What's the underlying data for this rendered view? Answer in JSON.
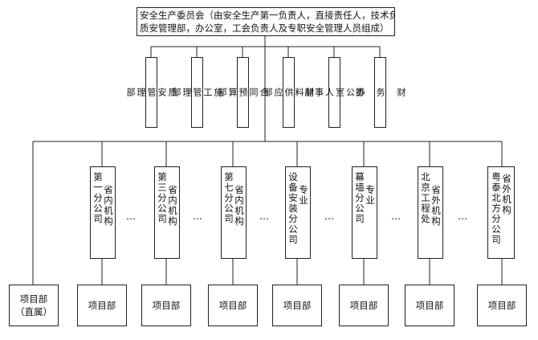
{
  "committee": {
    "line1": "安全生产委员会（由安全生产第一负责人，直接责任人，技术负责人，",
    "line2": "质安管理部，办公室，工会负责人及专职安全管理人员组成）"
  },
  "departments": [
    {
      "label": "质\n安\n管\n理\n部"
    },
    {
      "label": "施\n工\n管\n理\n部"
    },
    {
      "label": "合\n同\n预\n算\n部"
    },
    {
      "label": "材\n料\n供\n应\n部"
    },
    {
      "label": "办\n公\n室\n人\n事\n部"
    },
    {
      "label": "财\n\n务\n\n部"
    }
  ],
  "branches": [
    {
      "col1": "第一分公司",
      "col2": "省内机构"
    },
    {
      "col1": "第三分公司",
      "col2": "省内机构"
    },
    {
      "col1": "第七分公司",
      "col2": "省内机构"
    },
    {
      "col1": "设备安装分公司",
      "col2": "专业"
    },
    {
      "col1": "幕墙分公司",
      "col2": "专业"
    },
    {
      "col1": "北京工程处",
      "col2": "省外机构"
    },
    {
      "col1": "粤泰北方分公司",
      "col2": "省外机构"
    }
  ],
  "ellipsis": "…",
  "projects": {
    "first_line1": "项目部",
    "first_line2": "（直属）",
    "label": "项目部"
  },
  "colors": {
    "line": "#222222",
    "background": "#ffffff"
  }
}
